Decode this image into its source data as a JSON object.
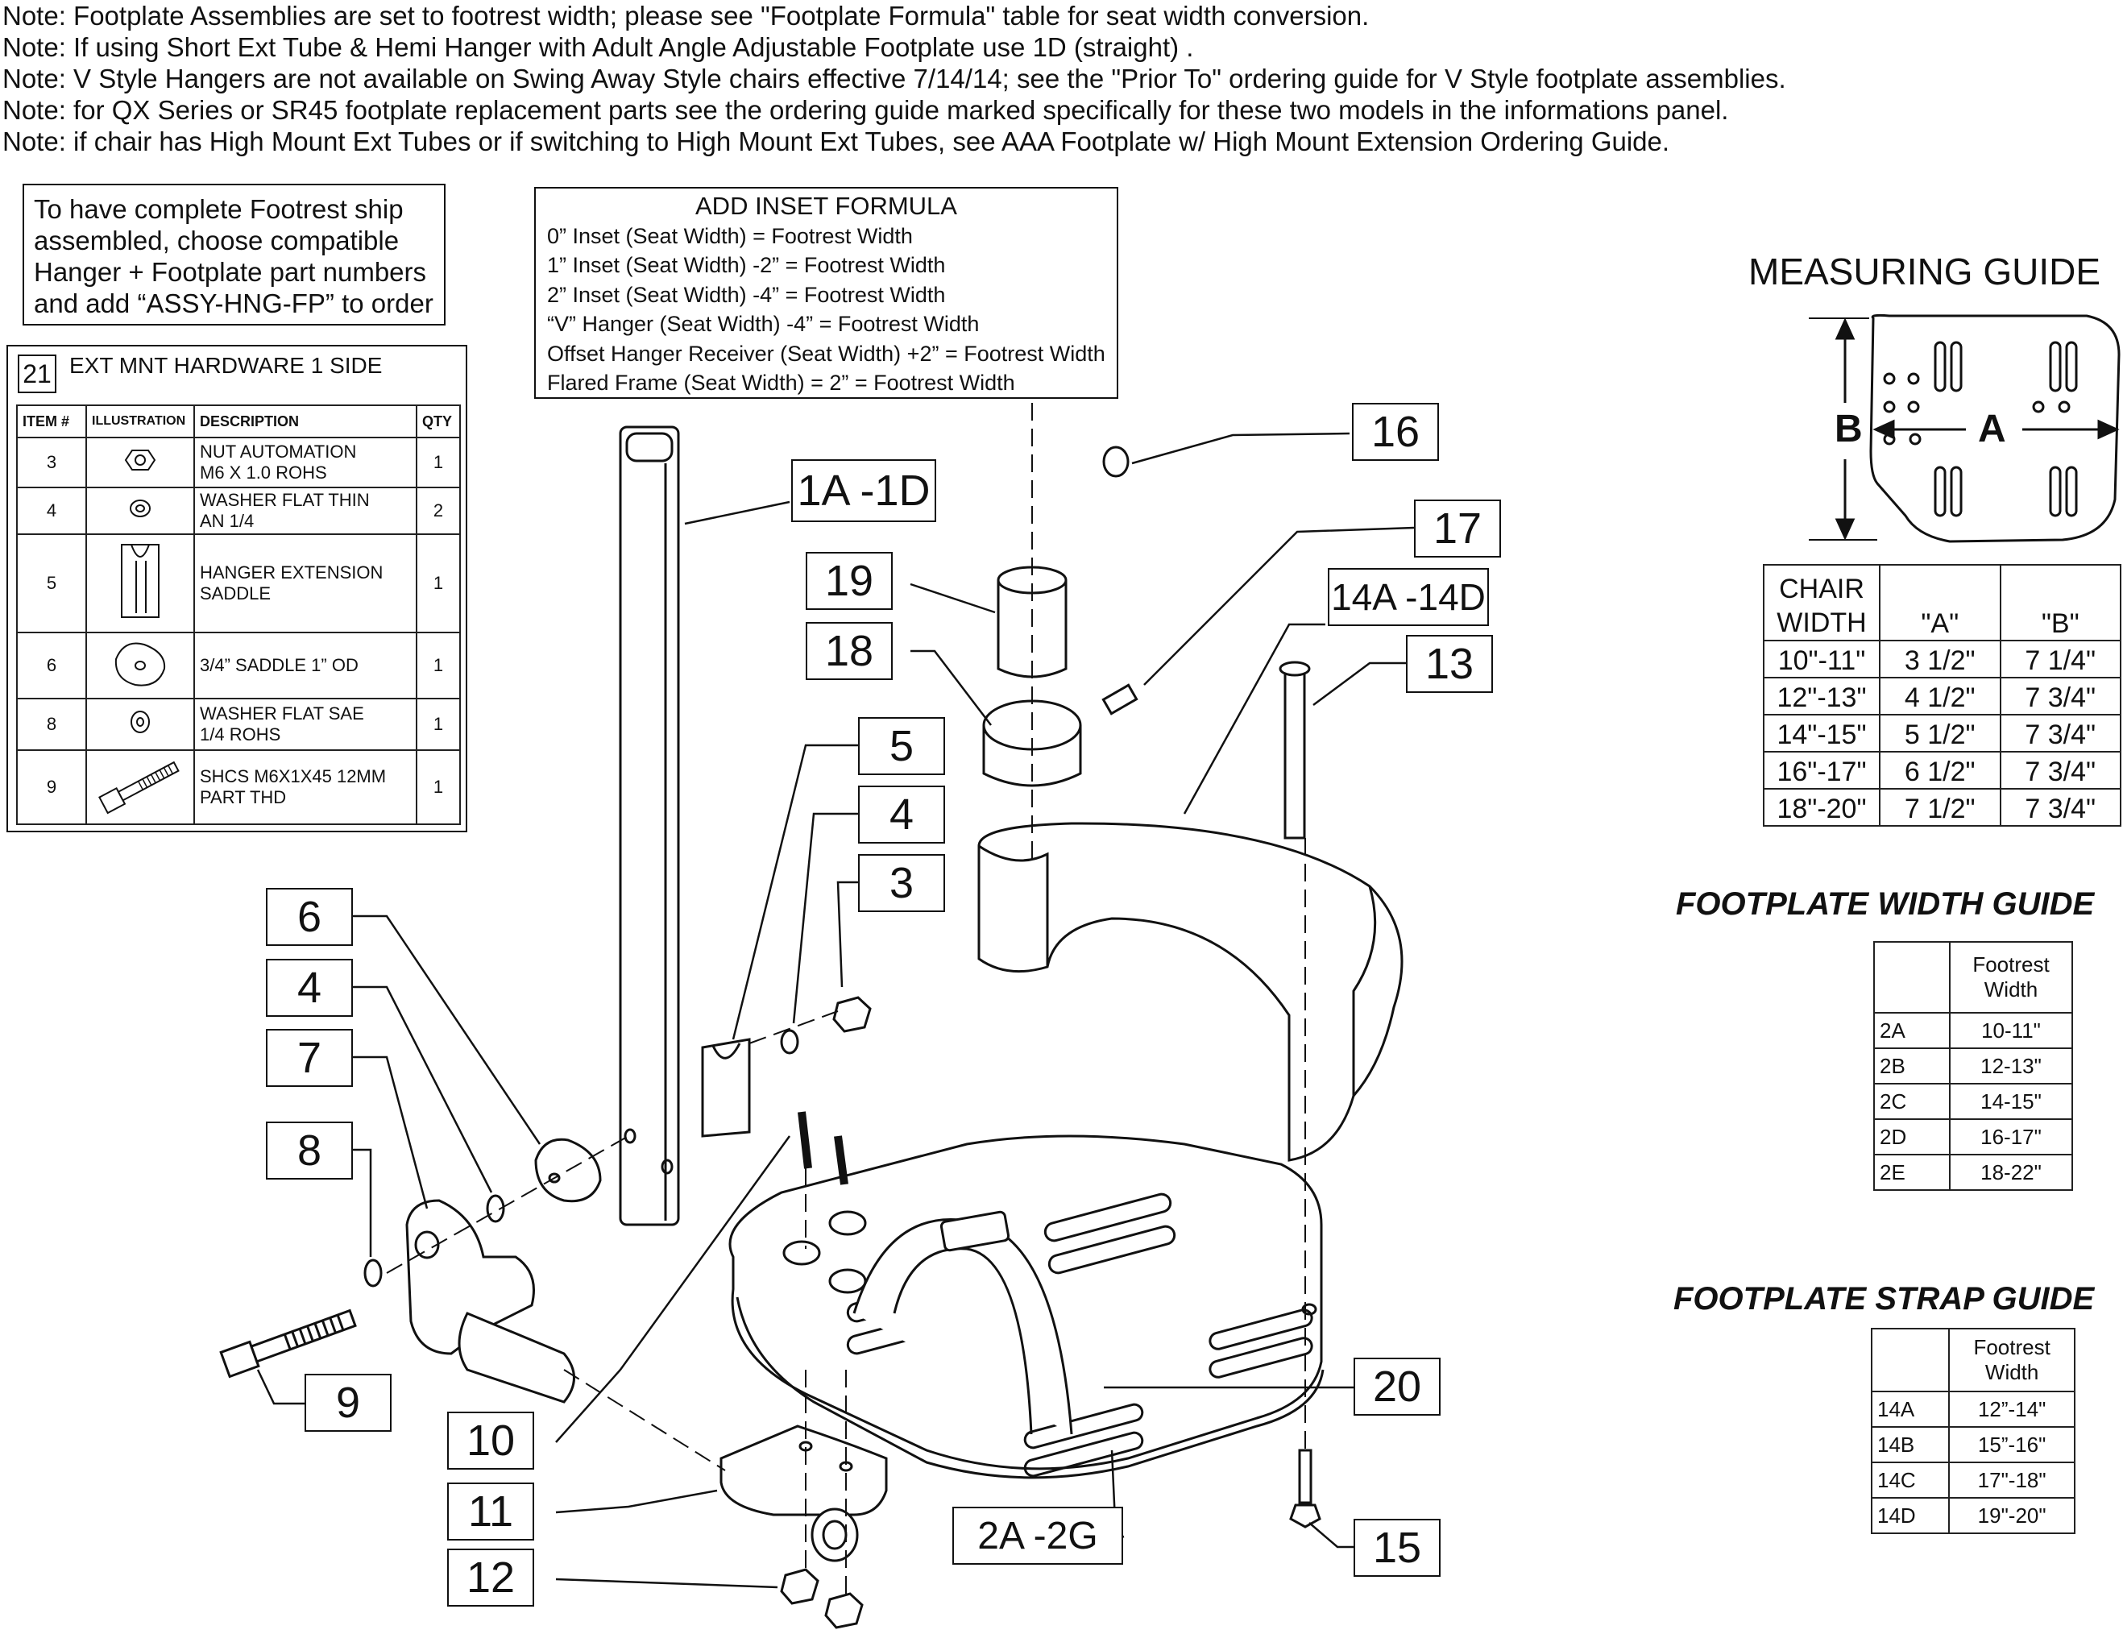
{
  "notes": [
    "Note: Footplate Assemblies are set to footrest width; please see \"Footplate Formula\" table for seat width conversion.",
    "Note: If using Short Ext Tube & Hemi Hanger with Adult Angle Adjustable Footplate use 1D (straight) .",
    "Note: V Style Hangers are not available on Swing Away Style chairs effective 7/14/14; see the \"Prior To\" ordering guide for V Style footplate assemblies.",
    "Note: for QX Series or SR45 footplate replacement parts see the ordering guide marked specifically for these two models in the informations panel.",
    "Note: if chair has High Mount Ext Tubes or if switching to High Mount Ext Tubes, see AAA Footplate w/ High Mount Extension Ordering Guide."
  ],
  "assembly_note": [
    "To have complete Footrest ship",
    "assembled, choose compatible",
    "Hanger + Footplate part numbers",
    "and add “ASSY-HNG-FP” to order"
  ],
  "hardware": {
    "item_number": "21",
    "title": "EXT MNT HARDWARE 1 SIDE",
    "headers": [
      "ITEM #",
      "ILLUSTRATION",
      "DESCRIPTION",
      "QTY"
    ],
    "rows": [
      {
        "item": "3",
        "desc": [
          "NUT AUTOMATION",
          "M6 X 1.0 ROHS"
        ],
        "qty": "1",
        "icon": "nut-icon"
      },
      {
        "item": "4",
        "desc": [
          "WASHER FLAT THIN",
          "AN 1/4"
        ],
        "qty": "2",
        "icon": "washer-icon"
      },
      {
        "item": "5",
        "desc": [
          "HANGER EXTENSION",
          "SADDLE"
        ],
        "qty": "1",
        "icon": "saddle-clip-icon"
      },
      {
        "item": "6",
        "desc": [
          "3/4” SADDLE 1” OD"
        ],
        "qty": "1",
        "icon": "saddle-icon"
      },
      {
        "item": "8",
        "desc": [
          "WASHER FLAT SAE",
          "1/4 ROHS"
        ],
        "qty": "1",
        "icon": "washer-icon"
      },
      {
        "item": "9",
        "desc": [
          "SHCS M6X1X45 12MM",
          "PART THD"
        ],
        "qty": "1",
        "icon": "bolt-icon"
      }
    ]
  },
  "inset_formula": {
    "title": "ADD INSET FORMULA",
    "lines": [
      "0” Inset (Seat Width) = Footrest Width",
      "1” Inset (Seat Width) -2” = Footrest Width",
      "2” Inset (Seat Width) -4” = Footrest Width",
      "“V” Hanger (Seat Width) -4” = Footrest Width",
      "Offset Hanger Receiver (Seat Width) +2” = Footrest Width",
      "Flared Frame (Seat Width) = 2” = Footrest Width"
    ]
  },
  "measuring_guide": {
    "title": "MEASURING GUIDE",
    "label_a": "A",
    "label_b": "B",
    "headers": [
      "CHAIR WIDTH",
      "\"A\"",
      "\"B\""
    ],
    "rows": [
      [
        "10\"-11\"",
        "3 1/2\"",
        "7 1/4\""
      ],
      [
        "12\"-13\"",
        "4 1/2\"",
        "7 3/4\""
      ],
      [
        "14\"-15\"",
        "5 1/2\"",
        "7 3/4\""
      ],
      [
        "16\"-17\"",
        "6 1/2\"",
        "7 3/4\""
      ],
      [
        "18\"-20\"",
        "7 1/2\"",
        "7 3/4\""
      ]
    ]
  },
  "footplate_width_guide": {
    "title": "FOOTPLATE WIDTH GUIDE",
    "header": [
      "",
      "Footrest Width"
    ],
    "rows": [
      [
        "2A",
        "10-11\""
      ],
      [
        "2B",
        "12-13\""
      ],
      [
        "2C",
        "14-15\""
      ],
      [
        "2D",
        "16-17\""
      ],
      [
        "2E",
        "18-22\""
      ]
    ]
  },
  "footplate_strap_guide": {
    "title": "FOOTPLATE STRAP GUIDE",
    "header": [
      "",
      "Footrest Width"
    ],
    "rows": [
      [
        "14A",
        "12”-14\""
      ],
      [
        "14B",
        "15”-16\""
      ],
      [
        "14C",
        "17\"-18\""
      ],
      [
        "14D",
        "19\"-20\""
      ]
    ]
  },
  "callouts": {
    "c16": "16",
    "c1a": "1A -1D",
    "c17": "17",
    "c19": "19",
    "c14a": "14A -14D",
    "c18": "18",
    "c13": "13",
    "c5": "5",
    "c4a": "4",
    "c3": "3",
    "c6": "6",
    "c4b": "4",
    "c7": "7",
    "c8": "8",
    "c9": "9",
    "c20": "20",
    "c10": "10",
    "c11": "11",
    "c2a": "2A -2G",
    "c15": "15",
    "c12": "12"
  }
}
